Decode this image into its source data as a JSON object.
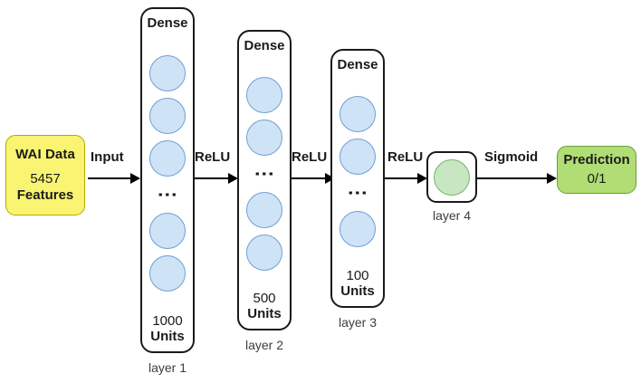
{
  "diagram": {
    "title": "Neural network architecture diagram",
    "background": "#ffffff",
    "colors": {
      "input_fill": "#f9f471",
      "input_stroke": "#b3a900",
      "prediction_fill": "#b0dd74",
      "prediction_stroke": "#6aa03a",
      "unit_fill": "#cfe3f7",
      "unit_stroke": "#6f9fd2",
      "output_unit_fill": "#c8e6c2",
      "output_unit_stroke": "#76b36d",
      "box_stroke": "#1a1a1a",
      "arrow": "#000000"
    }
  },
  "input_block": {
    "title": "WAI Data",
    "value": "5457",
    "unit_label": "Features"
  },
  "layers": [
    {
      "type_label": "Dense",
      "count": "1000",
      "units_label": "Units",
      "caption": "layer 1",
      "units_drawn": 5,
      "ellipsis_after": 3,
      "ellipsis_glyph": "⋮"
    },
    {
      "type_label": "Dense",
      "count": "500",
      "units_label": "Units",
      "caption": "layer 2",
      "units_drawn": 4,
      "ellipsis_after": 2,
      "ellipsis_glyph": "⋮"
    },
    {
      "type_label": "Dense",
      "count": "100",
      "units_label": "Units",
      "caption": "layer 3",
      "units_drawn": 3,
      "ellipsis_after": 2,
      "ellipsis_glyph": "⋮"
    }
  ],
  "output_layer": {
    "caption": "layer 4",
    "units_drawn": 1
  },
  "prediction_block": {
    "title": "Prediction",
    "value": "0/1"
  },
  "arrows": [
    {
      "label": "Input"
    },
    {
      "label": "ReLU"
    },
    {
      "label": "ReLU"
    },
    {
      "label": "ReLU"
    },
    {
      "label": "Sigmoid"
    }
  ]
}
